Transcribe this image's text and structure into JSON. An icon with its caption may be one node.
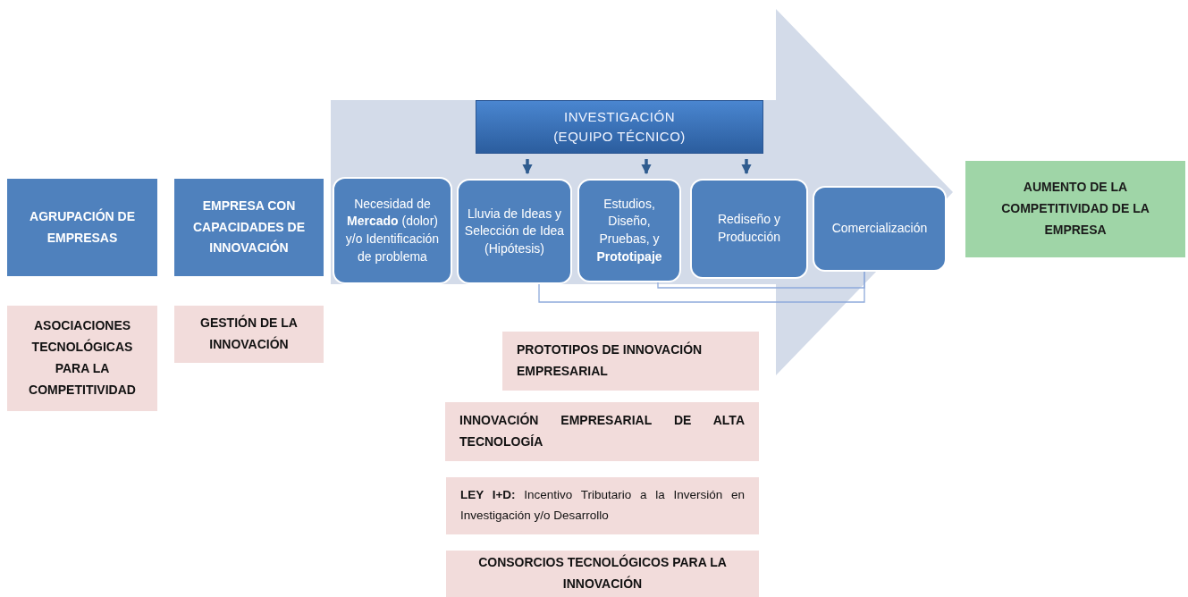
{
  "diagram": {
    "nodes": [
      {
        "text": [
          "AGRUPACIÓN DE EMPRESAS"
        ]
      },
      {
        "text": [
          "EMPRESA CON CAPACIDADES DE INNOVACIÓN"
        ]
      },
      {
        "text": [],
        "shape": "arrow"
      },
      {
        "text": [
          "INVESTIGACIÓN (EQUIPO TÉCNICO)"
        ],
        "in": 2
      },
      {
        "text": [
          "Necesidad de **Mercado** (dolor) y/o Identificación de problema"
        ],
        "in": 2
      },
      {
        "text": [
          "Lluvia de Ideas y Selección de Idea (Hipótesis)"
        ],
        "in": 2
      },
      {
        "text": [
          "Estudios, Diseño, Pruebas, y **Prototipaje**"
        ],
        "in": 2
      },
      {
        "text": [
          "Rediseño y Producción"
        ],
        "in": 2
      },
      {
        "text": [
          "Comercialización"
        ],
        "in": 2
      },
      {
        "text": [
          "AUMENTO DE LA COMPETITIVIDAD DE LA EMPRESA"
        ]
      },
      {
        "text": [
          "ASOCIACIONES TECNOLÓGICAS PARA LA COMPETITIVIDAD"
        ]
      },
      {
        "text": [
          "GESTIÓN DE LA INNOVACIÓN"
        ]
      },
      {
        "text": [
          "PROTOTIPOS DE INNOVACIÓN EMPRESARIAL"
        ]
      },
      {
        "text": [
          "INNOVACIÓN EMPRESARIAL DE ALTA TECNOLOGÍA"
        ]
      },
      {
        "text": [
          "**LEY I+D:** Incentivo Tributario a la Inversión en Investigación y/o Desarrollo"
        ]
      },
      {
        "text": [
          "CONSORCIOS TECNOLÓGICOS PARA LA INNOVACIÓN"
        ]
      }
    ],
    "edges": [
      {
        "from": 3,
        "to": 5,
        "arrow": "to"
      },
      {
        "from": 3,
        "to": 6,
        "arrow": "to"
      },
      {
        "from": 3,
        "to": 7,
        "arrow": "to"
      },
      {
        "from": 8,
        "to": 5,
        "arrow": "none",
        "color": "#8eaadb"
      },
      {
        "from": 8,
        "to": 6,
        "arrow": "none",
        "color": "#8eaadb"
      }
    ]
  }
}
